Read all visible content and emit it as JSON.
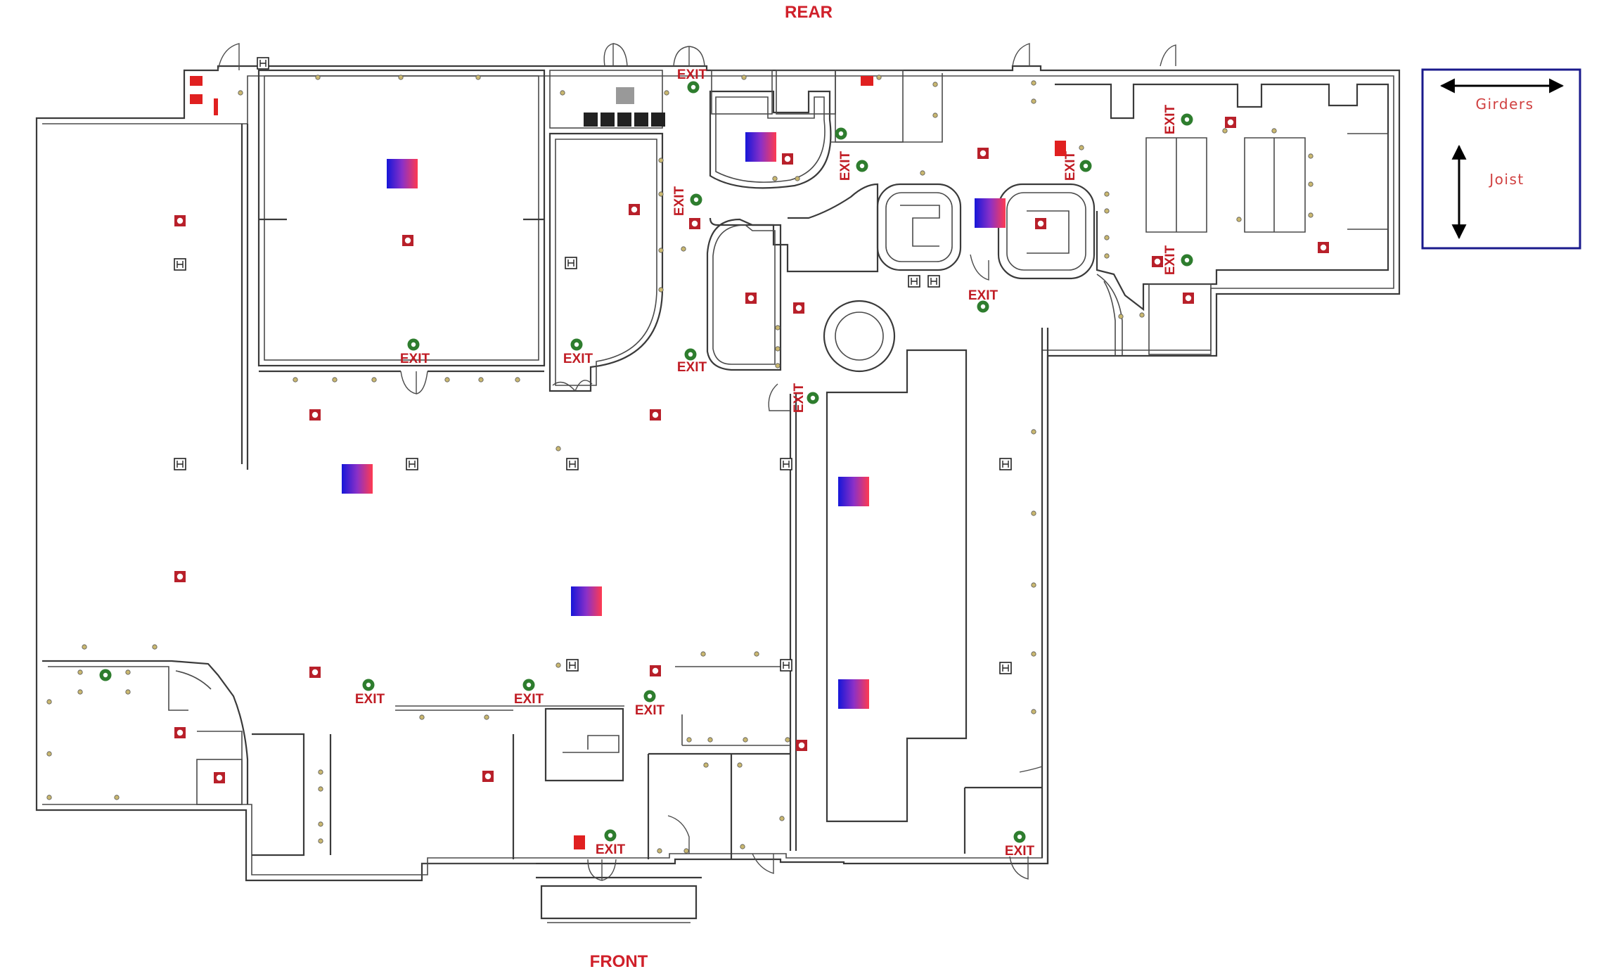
{
  "labels": {
    "rear": "REAR",
    "front": "FRONT",
    "exit": "EXIT"
  },
  "legend": {
    "girders": "Girders",
    "joist": "Joist"
  },
  "colors": {
    "heading": "#d0202a",
    "exit_text": "#c01c24",
    "exit_marker": "#2e7d2e",
    "sprinkler_border": "#b8202a",
    "heater_start": "#1a1ad8",
    "heater_end": "#ff3050",
    "legend_border": "#1a1a8c",
    "legend_text": "#d04040",
    "wall": "#3a3a3a"
  },
  "symbols": {
    "exit_sign": "exit-sign-icon",
    "exit_light": "exit-light-icon",
    "sprinkler": "sprinkler-head-icon",
    "heater": "heater-unit-icon",
    "fixture": "light-fixture-icon",
    "junction": "junction-box-icon"
  }
}
